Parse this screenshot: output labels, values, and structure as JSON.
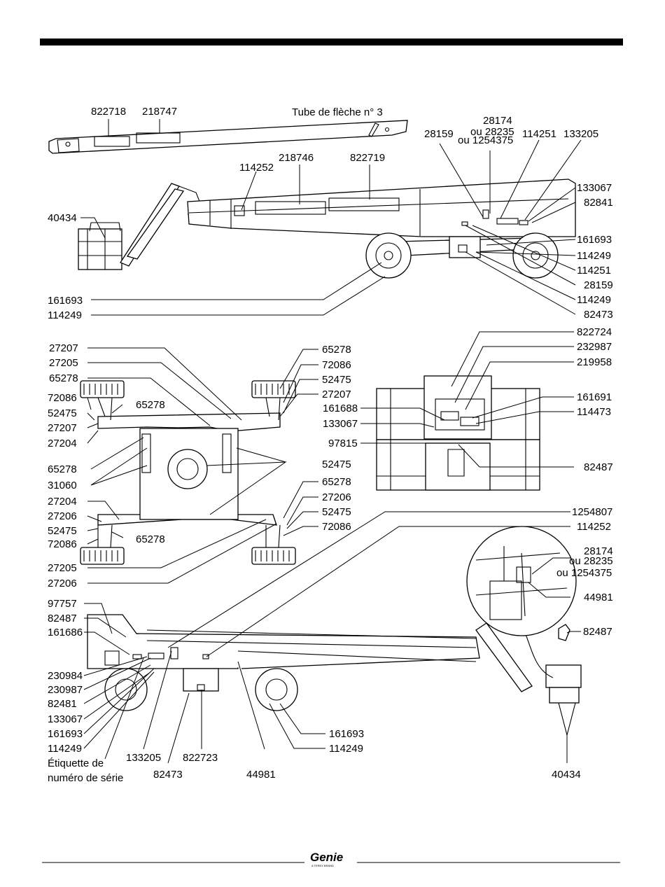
{
  "brand": {
    "logo_text": "Genie",
    "tagline": "A TEREX BRAND"
  },
  "boom_tube_title": "Tube de flèche n° 3",
  "serial_label": {
    "line1": "Étiquette de",
    "line2": "numéro de série"
  },
  "callouts": {
    "t1": "822718",
    "t2": "218747",
    "t3": "28174",
    "t4": "ou 28235",
    "t5": "ou 1254375",
    "t6": "28159",
    "t7": "114251",
    "t8": "133205",
    "t9": "218746",
    "t10": "822719",
    "t11": "114252",
    "t12": "40434",
    "t13": "133067",
    "t14": "82841",
    "t15": "161693",
    "t16": "114249",
    "t17": "114251",
    "t18": "28159",
    "t19": "114249",
    "t20": "82473",
    "t21": "161693",
    "t22": "114249",
    "c1": "27207",
    "c2": "27205",
    "c3": "65278",
    "c4": "72086",
    "c5": "52475",
    "c6": "65278",
    "c7": "27207",
    "c8": "27204",
    "c9": "65278",
    "c10": "31060",
    "c11": "27204",
    "c12": "27206",
    "c13": "52475",
    "c14": "72086",
    "c15": "65278",
    "c16": "27205",
    "c17": "27206",
    "c18": "65278",
    "c19": "72086",
    "c20": "52475",
    "c21": "27207",
    "c22": "52475",
    "c23": "65278",
    "c24": "27206",
    "c25": "52475",
    "c26": "72086",
    "r1": "822724",
    "r2": "232987",
    "r3": "219958",
    "r4": "161691",
    "r5": "114473",
    "r6": "161688",
    "r7": "133067",
    "r8": "97815",
    "r9": "82487",
    "b1": "1254807",
    "b2": "114252",
    "b3": "28174",
    "b4": "ou 28235",
    "b5": "ou 1254375",
    "b6": "44981",
    "b7": "82487",
    "b8": "97757",
    "b9": "82487",
    "b10": "161686",
    "b11": "230984",
    "b12": "230987",
    "b13": "82481",
    "b14": "133067",
    "b15": "161693",
    "b16": "114249",
    "b17": "133205",
    "b18": "822723",
    "b19": "82473",
    "b20": "44981",
    "b21": "161693",
    "b22": "114249",
    "b23": "40434"
  }
}
